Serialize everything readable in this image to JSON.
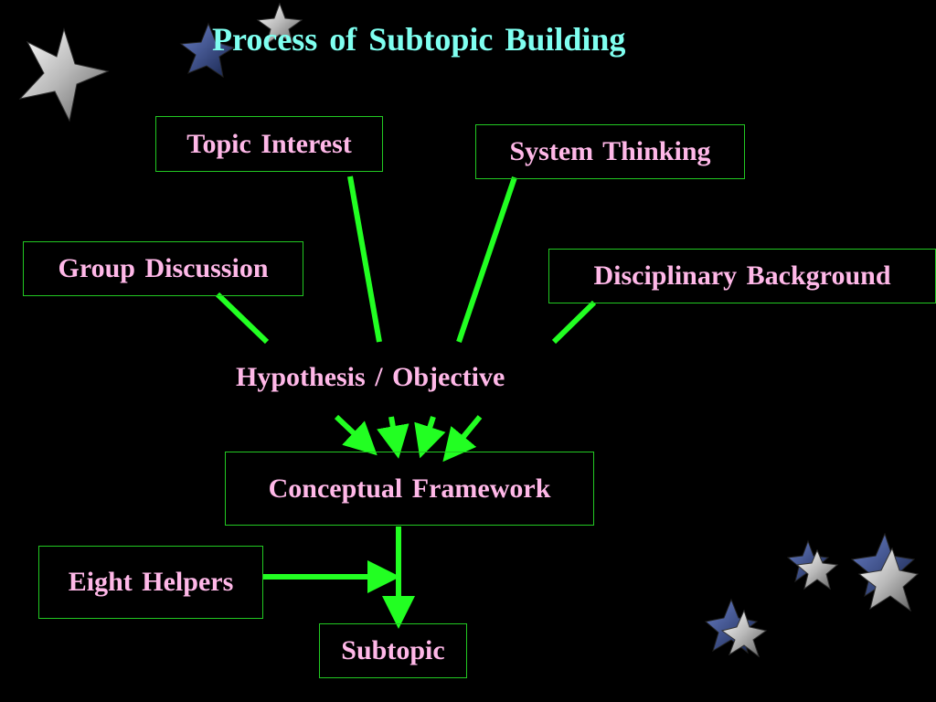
{
  "title": "Process of Subtopic Building",
  "nodes": {
    "topic_interest": "Topic Interest",
    "system_thinking": "System Thinking",
    "group_discussion": "Group Discussion",
    "disciplinary_background": "Disciplinary Background",
    "hypothesis_objective": "Hypothesis / Objective",
    "conceptual_framework": "Conceptual Framework",
    "eight_helpers": "Eight Helpers",
    "subtopic": "Subtopic"
  },
  "colors": {
    "background": "#000000",
    "title": "#7FFFF0",
    "label": "#FFB8E8",
    "box_border": "#22C922",
    "arrow": "#22FF22"
  },
  "decorations": {
    "icons": [
      "silver-star-icon",
      "blue-star-icon"
    ]
  }
}
